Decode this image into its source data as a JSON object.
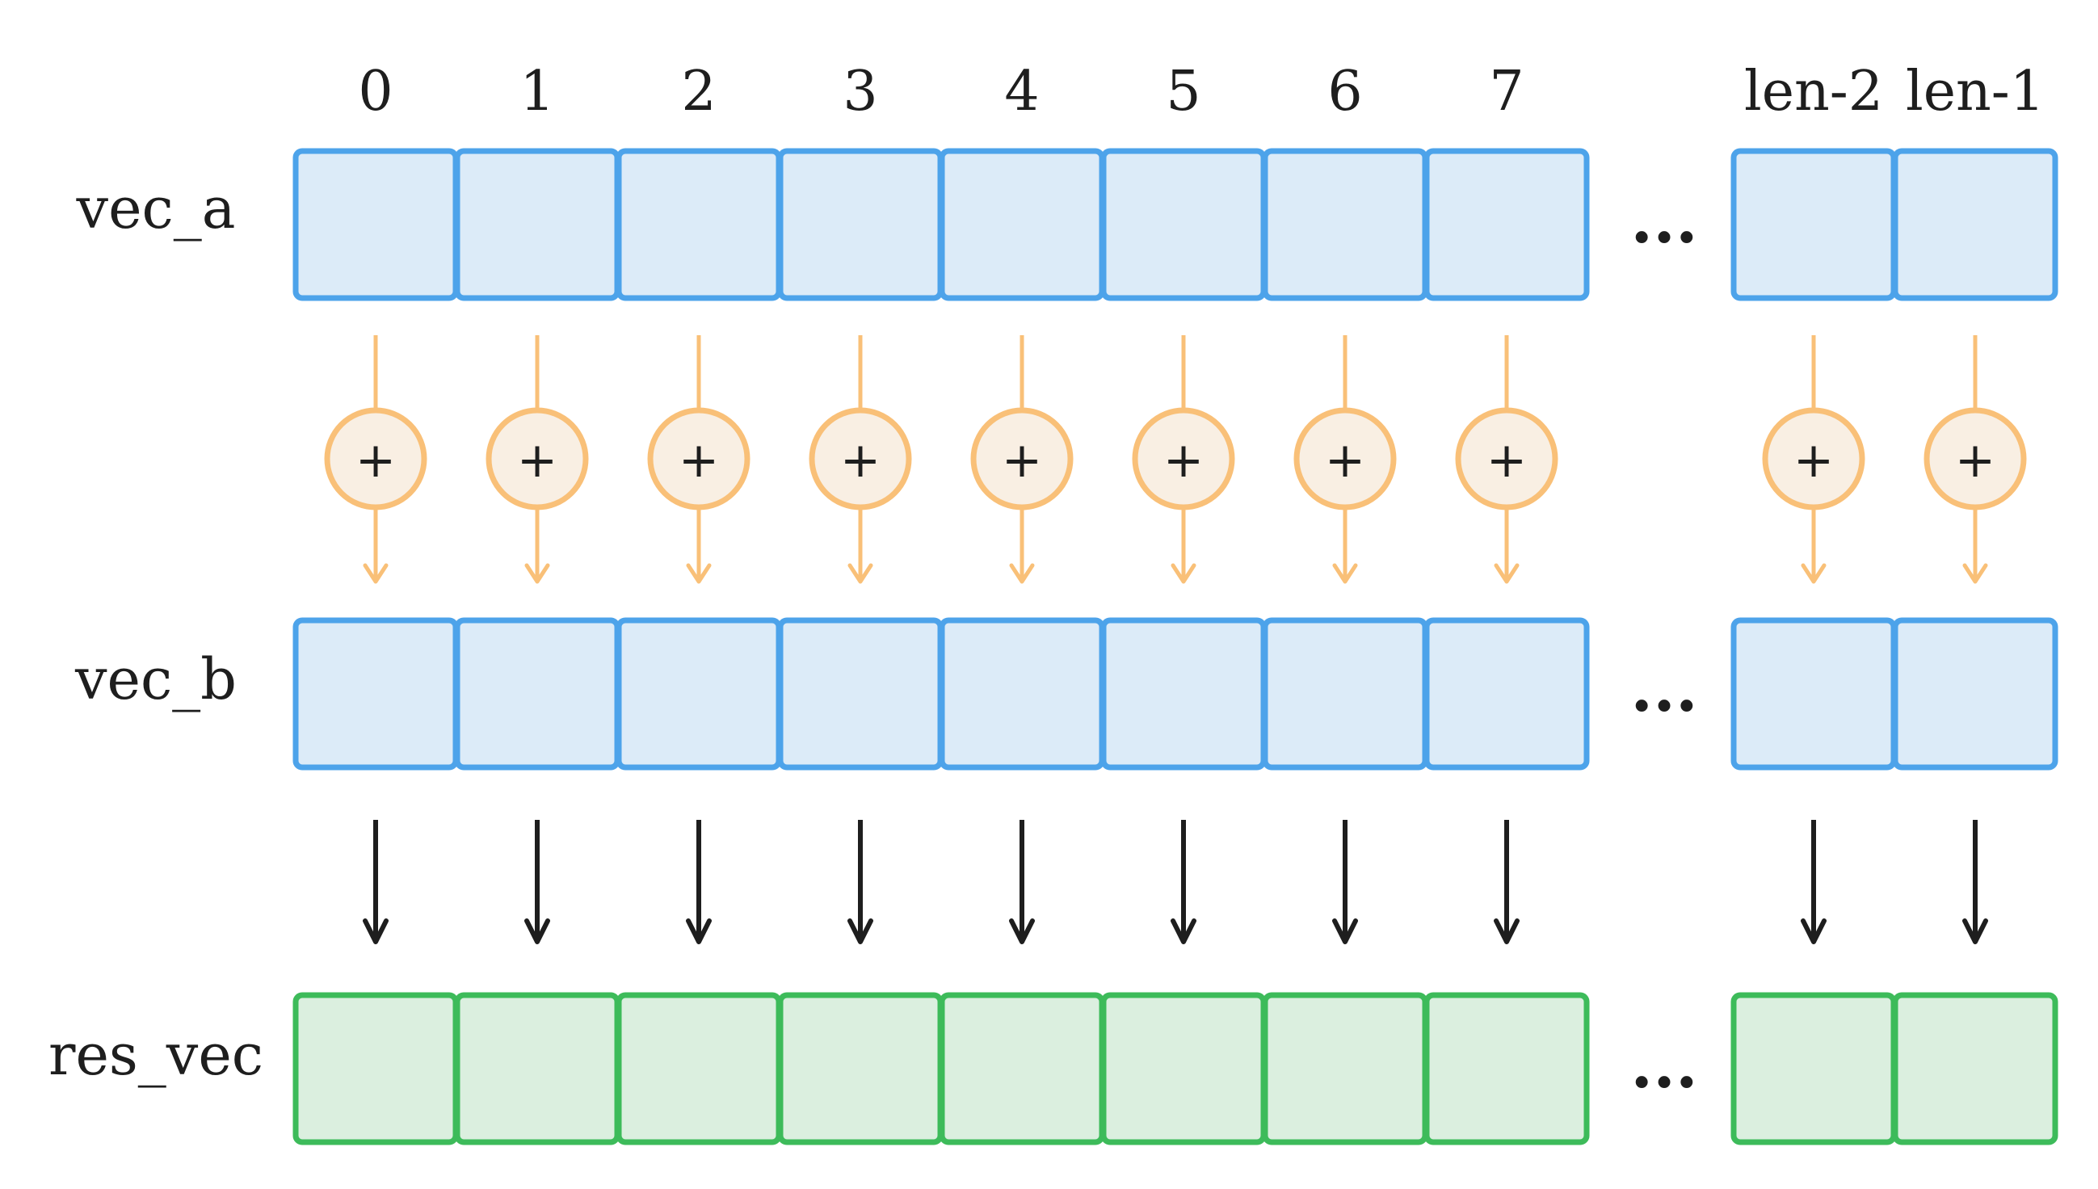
{
  "indices": [
    "0",
    "1",
    "2",
    "3",
    "4",
    "5",
    "6",
    "7",
    "len-2",
    "len-1"
  ],
  "rows": [
    {
      "label": "vec_a",
      "kind": "input"
    },
    {
      "label": "vec_b",
      "kind": "input"
    },
    {
      "label": "res_vec",
      "kind": "result"
    }
  ],
  "operator_symbol": "+",
  "ellipsis": "...",
  "colors": {
    "input_stroke": "#4da3ea",
    "input_fill": "#dcebf8",
    "result_stroke": "#3dbb5a",
    "result_fill": "#dbefdf",
    "operator_stroke": "#f9c078",
    "operator_fill": "#f9efe3",
    "result_arrow": "#1e1e1e",
    "text": "#1e1e1e"
  }
}
